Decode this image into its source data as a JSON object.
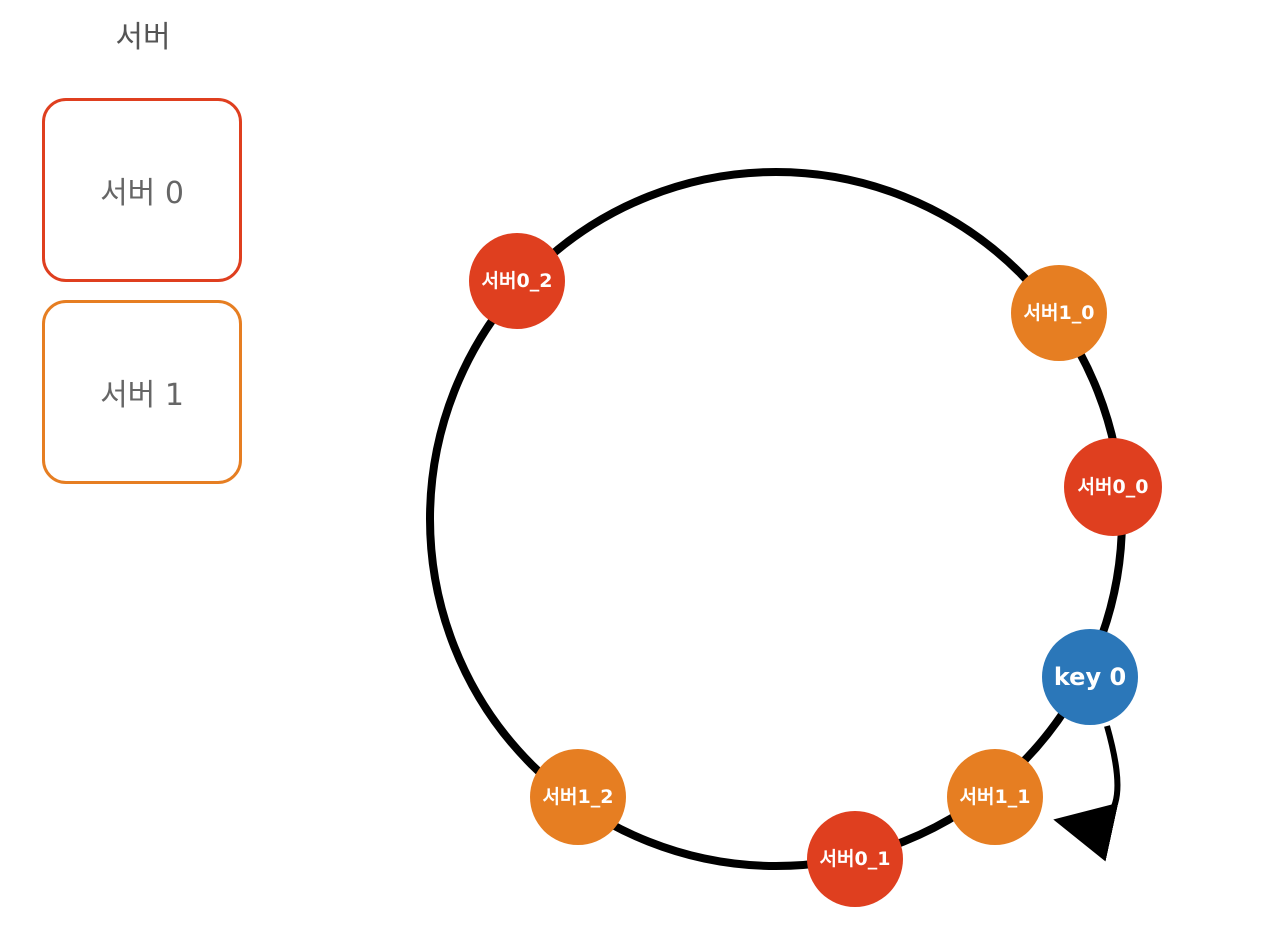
{
  "legend": {
    "title": "서버",
    "servers": [
      {
        "label": "서버 0",
        "color": "#df3f1f"
      },
      {
        "label": "서버 1",
        "color": "#e67e22"
      }
    ]
  },
  "ring": {
    "nodes": [
      {
        "id": "server0-2",
        "label": "서버0_2",
        "color": "#df3f1f"
      },
      {
        "id": "server1-0",
        "label": "서버1_0",
        "color": "#e67e22"
      },
      {
        "id": "server0-0",
        "label": "서버0_0",
        "color": "#df3f1f"
      },
      {
        "id": "server1-1",
        "label": "서버1_1",
        "color": "#e67e22"
      },
      {
        "id": "server0-1",
        "label": "서버0_1",
        "color": "#df3f1f"
      },
      {
        "id": "server1-2",
        "label": "서버1_2",
        "color": "#e67e22"
      }
    ],
    "key": {
      "label": "key 0",
      "color": "#2b77b9"
    }
  }
}
